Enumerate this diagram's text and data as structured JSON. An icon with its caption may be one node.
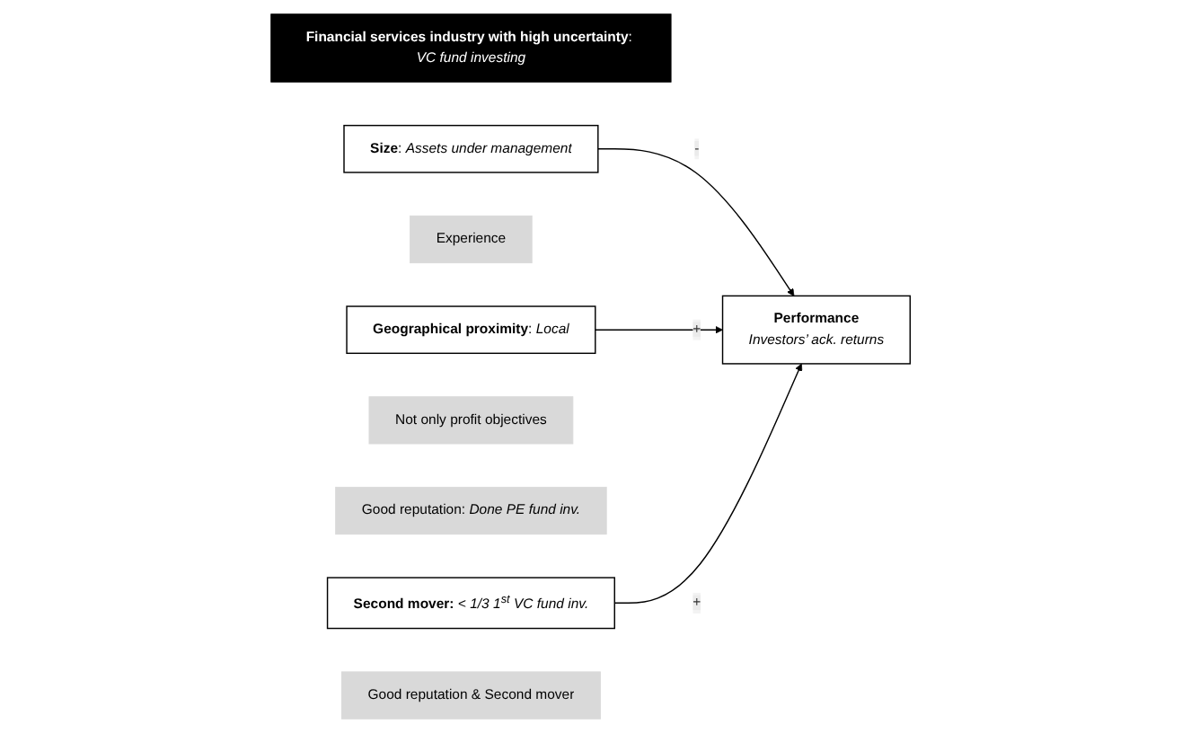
{
  "diagram": {
    "nodes": [
      {
        "text": [
          "**Financial services industry with high uncertainty**: *VC fund investing*"
        ]
      },
      {
        "text": [
          "**Size**: *Assets under management*"
        ]
      },
      {
        "text": [
          "Experience"
        ]
      },
      {
        "text": [
          "**Geographical proximity**: *Local*"
        ]
      },
      {
        "text": [
          "Not only profit objectives"
        ]
      },
      {
        "text": [
          "Good reputation: *Done PE fund inv.*"
        ]
      },
      {
        "text": [
          "**Second mover:** *< 1/3 1$^{st}$ VC fund inv.*"
        ]
      },
      {
        "text": [
          "Performance",
          "Investors’ ack. returns"
        ]
      },
      {
        "text": [
          "Good reputation & Second mover"
        ]
      }
    ],
    "edges": [
      {
        "from": 1,
        "to": 7,
        "arrow": "to",
        "label": "-"
      },
      {
        "from": 3,
        "to": 7,
        "arrow": "to",
        "label": "+"
      },
      {
        "from": 6,
        "to": 7,
        "arrow": "to",
        "label": "+"
      }
    ]
  }
}
